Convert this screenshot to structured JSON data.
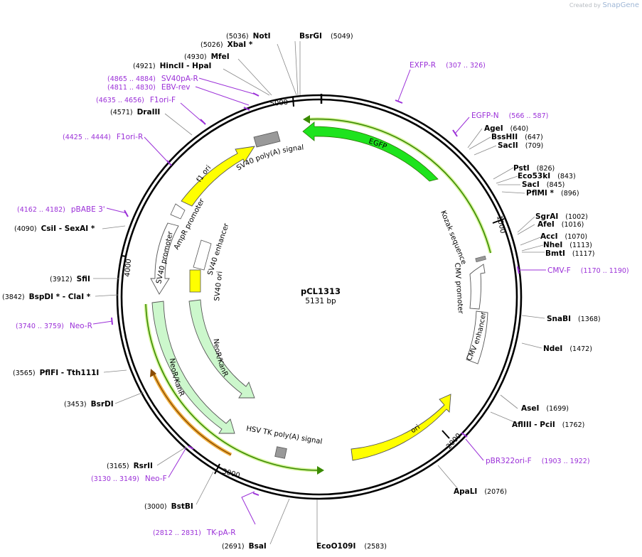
{
  "credit": {
    "prefix": "Created by",
    "brand": "SnapGene"
  },
  "plasmid": {
    "name": "pCL1313",
    "size_label": "5131 bp",
    "length": 5131
  },
  "ticks": [
    "1000",
    "2000",
    "3000",
    "4000",
    "5000"
  ],
  "enzymes": [
    {
      "name": "NotI",
      "pos": "(5036)"
    },
    {
      "name": "BsrGI",
      "pos": "(5049)"
    },
    {
      "name": "XbaI *",
      "pos": "(5026)"
    },
    {
      "name": "MfeI",
      "pos": "(4930)"
    },
    {
      "name": "HincII  - HpaI",
      "pos": "(4921)"
    },
    {
      "name": "DraIII",
      "pos": "(4571)"
    },
    {
      "name": "CsiI  - SexAI *",
      "pos": "(4090)"
    },
    {
      "name": "SfiI",
      "pos": "(3912)"
    },
    {
      "name": "BspDI *  - ClaI *",
      "pos": "(3842)"
    },
    {
      "name": "PflFI  - Tth111I",
      "pos": "(3565)"
    },
    {
      "name": "BsrDI",
      "pos": "(3453)"
    },
    {
      "name": "RsrII",
      "pos": "(3165)"
    },
    {
      "name": "BstBI",
      "pos": "(3000)"
    },
    {
      "name": "BsaI",
      "pos": "(2691)"
    },
    {
      "name": "EcoO109I",
      "pos": "(2583)"
    },
    {
      "name": "ApaLI",
      "pos": "(2076)"
    },
    {
      "name": "AflIII  - PciI",
      "pos": "(1762)"
    },
    {
      "name": "AseI",
      "pos": "(1699)"
    },
    {
      "name": "NdeI",
      "pos": "(1472)"
    },
    {
      "name": "SnaBI",
      "pos": "(1368)"
    },
    {
      "name": "BmtI",
      "pos": "(1117)"
    },
    {
      "name": "NheI",
      "pos": "(1113)"
    },
    {
      "name": "AccI",
      "pos": "(1070)"
    },
    {
      "name": "AfeI",
      "pos": "(1016)"
    },
    {
      "name": "SgrAI",
      "pos": "(1002)"
    },
    {
      "name": "PflMI *",
      "pos": "(896)"
    },
    {
      "name": "SacI",
      "pos": "(845)"
    },
    {
      "name": "Eco53kI",
      "pos": "(843)"
    },
    {
      "name": "PstI",
      "pos": "(826)"
    },
    {
      "name": "SacII",
      "pos": "(709)"
    },
    {
      "name": "BssHII",
      "pos": "(647)"
    },
    {
      "name": "AgeI",
      "pos": "(640)"
    }
  ],
  "primers": [
    {
      "name": "EXFP-R",
      "pos": "(307 .. 326)"
    },
    {
      "name": "EGFP-N",
      "pos": "(566 .. 587)"
    },
    {
      "name": "CMV-F",
      "pos": "(1170 .. 1190)"
    },
    {
      "name": "pBR322ori-F",
      "pos": "(1903 .. 1922)"
    },
    {
      "name": "TK-pA-R",
      "pos": "(2812 .. 2831)"
    },
    {
      "name": "Neo-F",
      "pos": "(3130 .. 3149)"
    },
    {
      "name": "Neo-R",
      "pos": "(3740 .. 3759)"
    },
    {
      "name": "pBABE 3'",
      "pos": "(4162 .. 4182)"
    },
    {
      "name": "F1ori-R",
      "pos": "(4425 .. 4444)"
    },
    {
      "name": "F1ori-F",
      "pos": "(4635 .. 4656)"
    },
    {
      "name": "EBV-rev",
      "pos": "(4811 .. 4830)"
    },
    {
      "name": "SV40pA-R",
      "pos": "(4865 .. 4884)"
    }
  ],
  "features": [
    {
      "name": "EGFP",
      "color": "#1ee31e"
    },
    {
      "name": "Kozak sequence",
      "color": "#999999"
    },
    {
      "name": "CMV promoter",
      "color": "#ffffff"
    },
    {
      "name": "CMV enhancer",
      "color": "#ffffff"
    },
    {
      "name": "ori",
      "color": "#ffff00"
    },
    {
      "name": "HSV TK poly(A) signal",
      "color": "#999999"
    },
    {
      "name": "NeoR/KanR",
      "color": "#ccf7cc"
    },
    {
      "name": "SV40 ori",
      "color": "#ffff00"
    },
    {
      "name": "SV40 enhancer",
      "color": "#ffffff"
    },
    {
      "name": "SV40 promoter",
      "color": "#ffffff"
    },
    {
      "name": "AmpR promoter",
      "color": "#ffffff"
    },
    {
      "name": "f1 ori",
      "color": "#ffff00"
    },
    {
      "name": "SV40 poly(A) signal",
      "color": "#999999"
    }
  ],
  "colors": {
    "primer": "#9b30d8",
    "orf_outline": "#3a8a00",
    "orf_highlight": "#d8f5a0",
    "orange_orf": "#f0b040"
  }
}
